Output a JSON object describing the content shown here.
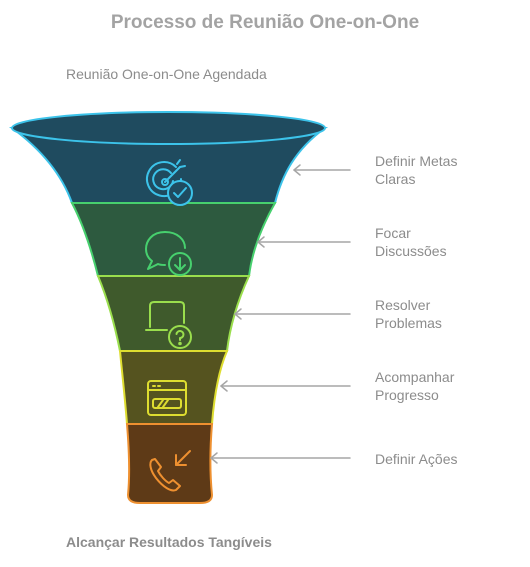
{
  "title": "Processo de Reunião One-on-One",
  "top_label": "Reunião One-on-One Agendada",
  "bottom_label": "Alcançar Resultados Tangíveis",
  "steps": [
    {
      "line1": "Definir Metas",
      "line2": "Claras",
      "icon": "target-check-icon",
      "color": "#1f4b5f",
      "stroke": "#3cc3ea"
    },
    {
      "line1": "Focar",
      "line2": "Discussões",
      "icon": "chat-download-icon",
      "color": "#2d5a3f",
      "stroke": "#47d06e"
    },
    {
      "line1": "Resolver",
      "line2": "Problemas",
      "icon": "question-screen-icon",
      "color": "#3f5a2c",
      "stroke": "#9ade4d"
    },
    {
      "line1": "Acompanhar",
      "line2": "Progresso",
      "icon": "progress-window-icon",
      "color": "#55531f",
      "stroke": "#dedd30"
    },
    {
      "line1": "Definir Ações",
      "line2": "",
      "icon": "phone-arrow-icon",
      "color": "#5e3a17",
      "stroke": "#ee9030"
    }
  ]
}
